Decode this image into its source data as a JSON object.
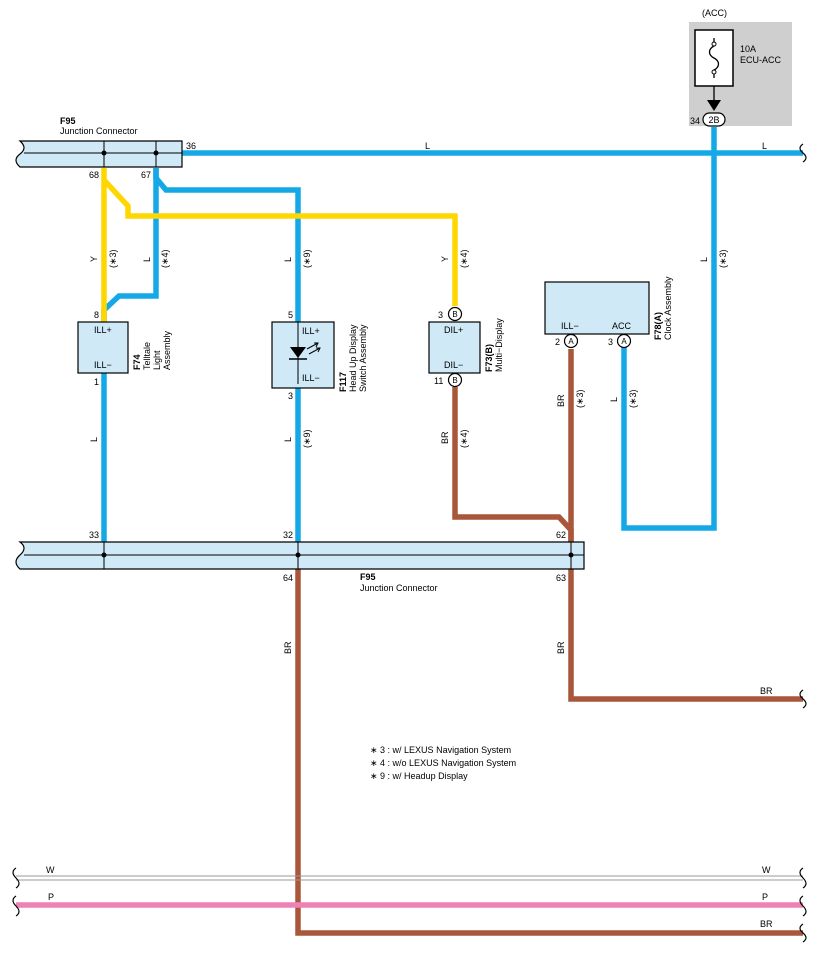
{
  "colors": {
    "blue": "#14a9e6",
    "yellow": "#ffd700",
    "brown": "#a9563a",
    "pink": "#ee82b4",
    "connector_fill": "#cfe9f7",
    "fuse_box": "#cfcfcf"
  },
  "fuse": {
    "source": "(ACC)",
    "rating": "10A",
    "name": "ECU-ACC",
    "pin": "34",
    "connector": "2B"
  },
  "junction_top": {
    "id": "F95",
    "name": "Junction Connector",
    "pins": [
      "36",
      "68",
      "67"
    ]
  },
  "junction_bottom": {
    "id": "F95",
    "name": "Junction Connector",
    "pins": [
      "33",
      "32",
      "62",
      "64",
      "63"
    ]
  },
  "components": {
    "f74": {
      "id": "F74",
      "name_lines": [
        "Telltale",
        "Light",
        "Assembly"
      ],
      "top_label": "ILL+",
      "bottom_label": "ILL−",
      "top_pin": "8",
      "bottom_pin": "1"
    },
    "f117": {
      "id": "F117",
      "name_lines": [
        "Head Up Display",
        "Switch Assembly"
      ],
      "top_label": "ILL+",
      "bottom_label": "ILL−",
      "top_pin": "5",
      "bottom_pin": "3"
    },
    "f73": {
      "id": "F73(B)",
      "name_lines": [
        "Multi−Display"
      ],
      "top_label": "DIL+",
      "bottom_label": "DIL−",
      "top_pin": "3",
      "bottom_pin": "11",
      "pin_tag": "B"
    },
    "f78": {
      "id": "F78(A)",
      "name_lines": [
        "Clock Assembly"
      ],
      "left_label": "ILL−",
      "right_label": "ACC",
      "left_pin": "2",
      "right_pin": "3",
      "pin_tag": "A"
    }
  },
  "wire_labels": {
    "L": "L",
    "Y": "Y",
    "BR": "BR",
    "W": "W",
    "P": "P",
    "n3": "(∗3)",
    "n4": "(∗4)",
    "n9": "(∗9)"
  },
  "notes": [
    "∗ 3 : w/ LEXUS Navigation System",
    "∗ 4 : w/o LEXUS Navigation System",
    "∗ 9 : w/ Headup Display"
  ]
}
